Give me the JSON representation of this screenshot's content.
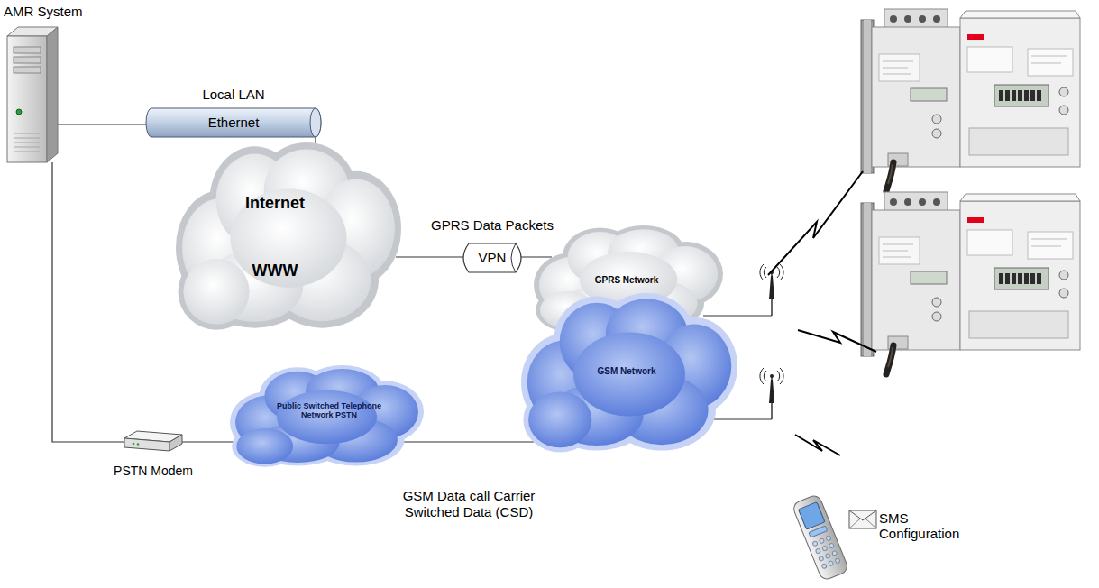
{
  "diagram": {
    "nodes": [
      {
        "text": [
          "AMR System"
        ]
      },
      {
        "text": [
          "Local LAN",
          "Ethernet"
        ]
      },
      {
        "text": [
          "Internet",
          "WWW"
        ]
      },
      {
        "text": [
          "GPRS Data Packets",
          "VPN"
        ]
      },
      {
        "text": [
          "GPRS Network"
        ]
      },
      {
        "text": [
          "GSM Network"
        ]
      },
      {
        "text": [
          "PSTN Modem"
        ]
      },
      {
        "text": [
          "Public Switched Telephone Network PSTN"
        ]
      },
      {
        "text": [
          "SMS Configuration"
        ]
      }
    ],
    "edges": [
      {
        "from": 0,
        "to": 1,
        "arrow": "none"
      },
      {
        "from": 1,
        "to": 2,
        "arrow": "none"
      },
      {
        "from": 2,
        "to": 3,
        "arrow": "none"
      },
      {
        "from": 3,
        "to": 4,
        "arrow": "none"
      },
      {
        "from": 0,
        "to": 6,
        "arrow": "none"
      },
      {
        "from": 6,
        "to": 7,
        "arrow": "none"
      },
      {
        "from": 7,
        "to": 5,
        "label": "GSM Data call Carrier Switched Data (CSD)",
        "arrow": "none"
      }
    ]
  }
}
